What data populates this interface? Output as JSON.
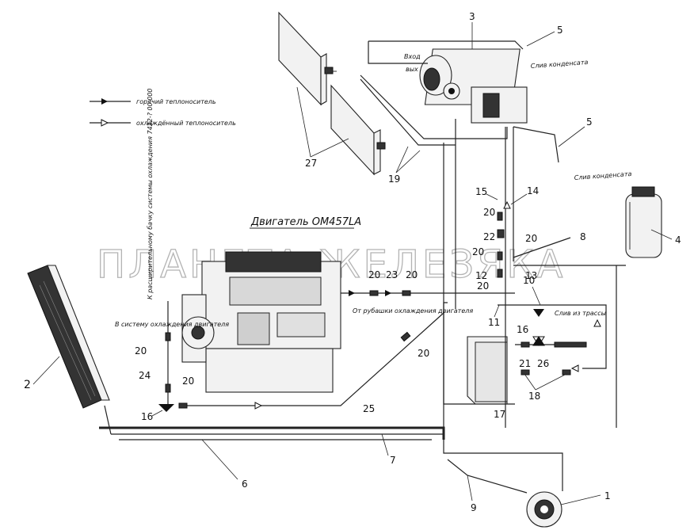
{
  "legend": {
    "hot": "горячий теплоноситель",
    "cold": "охлаждённый теплоноситель"
  },
  "engine_title": "Двигатель OM457LA",
  "labels": {
    "inlet": "Вход",
    "outlet": "вых",
    "drain_1": "Слив конденсата",
    "drain_2": "Слив конденсата",
    "drain_system": "Слив из трассы",
    "to_cooling": "В систему охлаждения двигателя",
    "from_cooling": "От рубашки охлаждения двигателя",
    "expansion_tank": "К расширительному бачку системы охлаждения 7422-? 00 000"
  },
  "watermark": "ПЛАНЕТА ЖЕЛЕЗЯКА",
  "callouts": [
    "1",
    "2",
    "3",
    "4",
    "5",
    "5",
    "6",
    "7",
    "8",
    "9",
    "10",
    "11",
    "12",
    "13",
    "14",
    "15",
    "16",
    "16",
    "17",
    "18",
    "19",
    "20",
    "20",
    "20",
    "20",
    "20",
    "20",
    "20",
    "20",
    "20",
    "21",
    "22",
    "23",
    "24",
    "25",
    "26",
    "27"
  ]
}
